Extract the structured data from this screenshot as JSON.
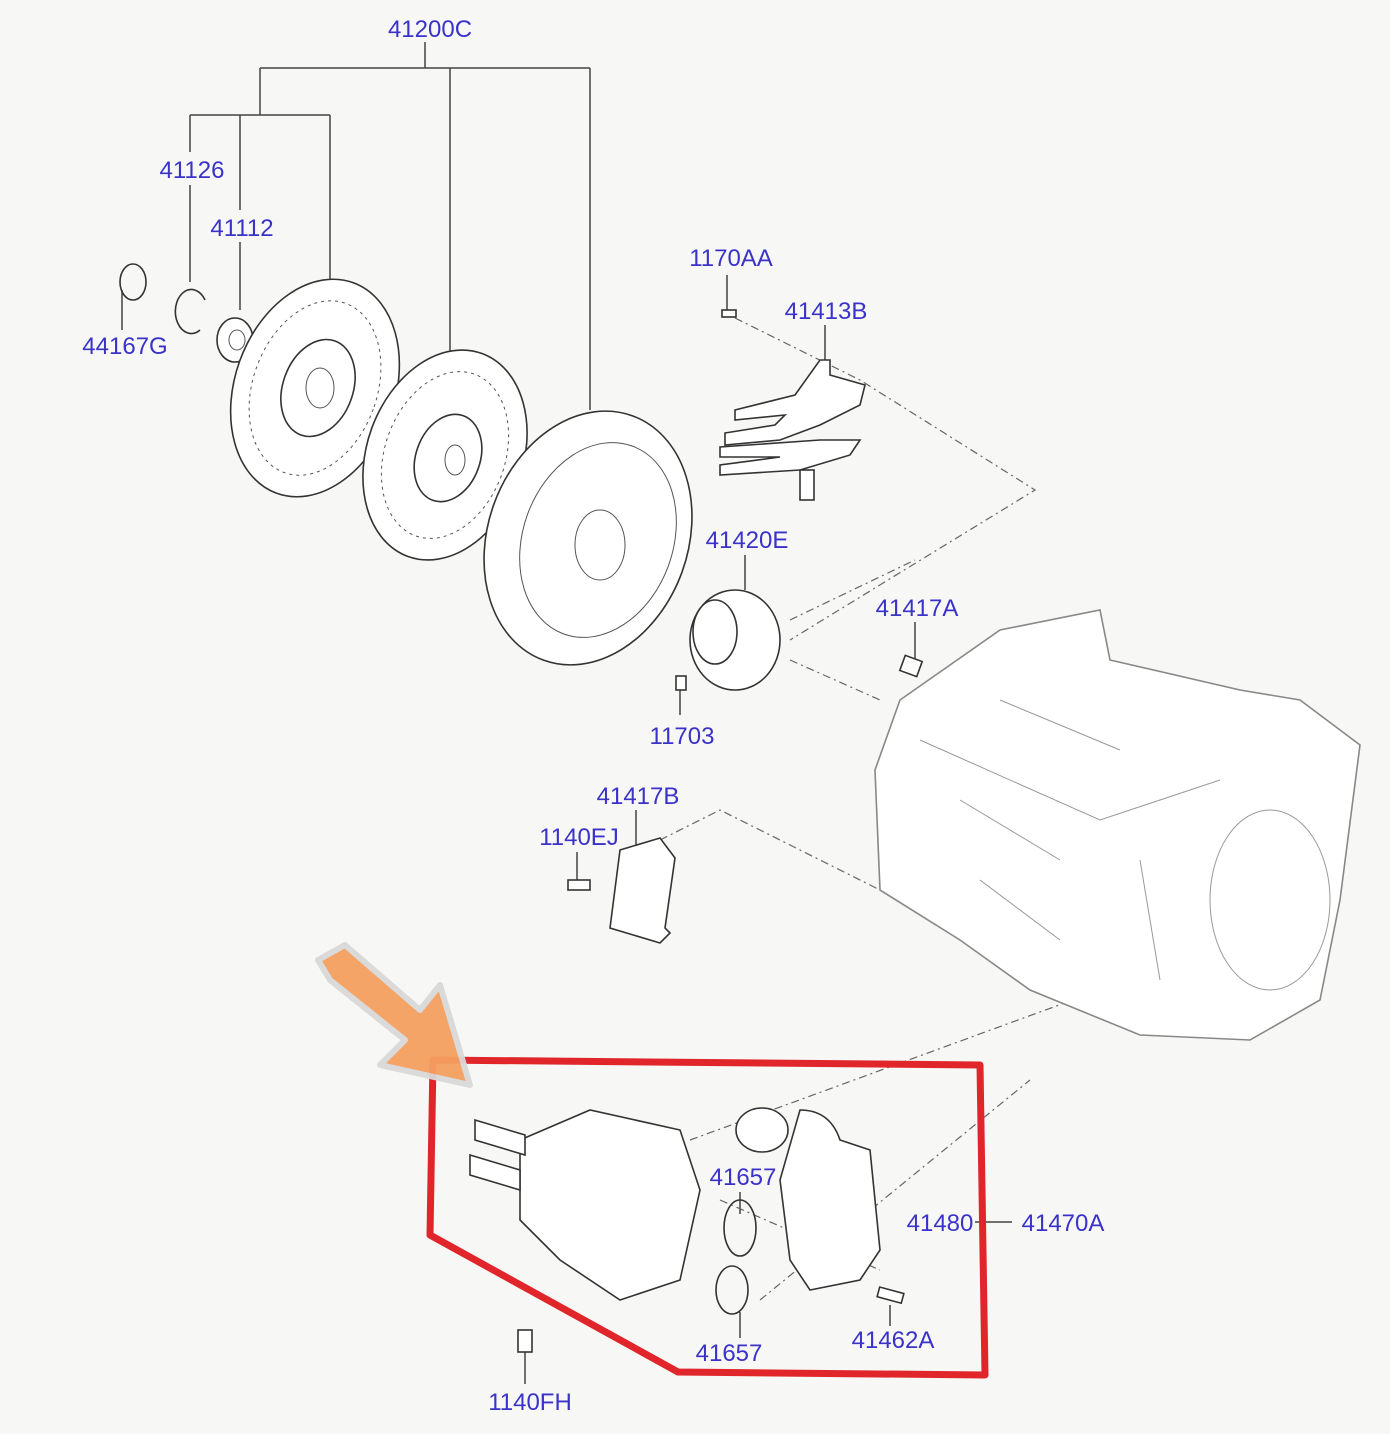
{
  "diagram": {
    "labels": {
      "clutch_set": "41200C",
      "snap_ring_41126": "41126",
      "hub_41112": "41112",
      "ring_44167G": "44167G",
      "bolt_1170AA": "1170AA",
      "fork_41413B": "41413B",
      "bearing_41420E": "41420E",
      "clip_41417A": "41417A",
      "bolt_11703": "11703",
      "bracket_41417B": "41417B",
      "bolt_1140EJ": "1140EJ",
      "oring_upper": "41657",
      "actuator_41480": "41480",
      "actuator_assy": "41470A",
      "oring_lower": "41657",
      "bolt_41462A": "41462A",
      "bolt_1140FH": "1140FH"
    },
    "highlight_color": "#e0252b",
    "arrow_color": "#f5a061",
    "label_color": "#3a32c9"
  }
}
